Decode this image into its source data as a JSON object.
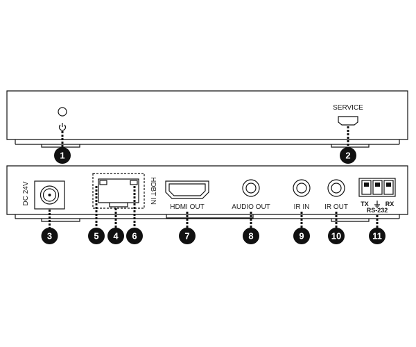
{
  "front_panel": {
    "service_label": "SERVICE"
  },
  "rear_panel": {
    "dc_label": "DC 24V",
    "hdbt_label": "HDBT IN",
    "hdmi_label": "HDMI OUT",
    "audio_label": "AUDIO OUT",
    "ir_in_label": "IR IN",
    "ir_out_label": "IR OUT",
    "rs232_tx": "TX",
    "rs232_rx": "RX",
    "rs232_label": "RS-232"
  },
  "callouts": [
    "1",
    "2",
    "3",
    "4",
    "5",
    "6",
    "7",
    "8",
    "9",
    "10",
    "11"
  ],
  "icons": {
    "power": "power-icon",
    "ground": "ground-icon"
  },
  "colors": {
    "line": "#111111",
    "callout_fill": "#111111",
    "callout_text": "#ffffff"
  }
}
